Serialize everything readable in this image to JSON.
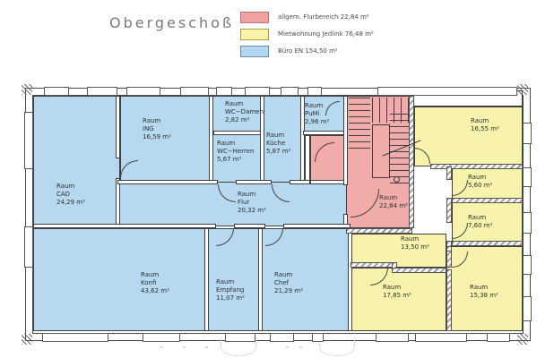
{
  "title": "Obergeschoß",
  "legend": {
    "items": [
      {
        "label": "allgem. Flurbereich 22,84 m²",
        "color": "#f0a2a2",
        "border": "#bf6e6e"
      },
      {
        "label": "Mietwohnung Jedlink 76,48 m²",
        "color": "#f7f3ab",
        "border": "#ac9f3f"
      },
      {
        "label": "Büro EN 154,50 m²",
        "color": "#b3d7ef",
        "border": "#6590ad"
      }
    ]
  },
  "rooms": [
    {
      "id": "cad",
      "lines": [
        "Raum",
        "CAD",
        "24,29  m²"
      ]
    },
    {
      "id": "ing",
      "lines": [
        "Raum",
        "ING",
        "16,59  m²"
      ]
    },
    {
      "id": "wcdamen",
      "lines": [
        "Raum",
        "WC−Damen",
        "2,82  m²"
      ]
    },
    {
      "id": "wcherren",
      "lines": [
        "Raum",
        "WC−Herren",
        "5,67  m²"
      ]
    },
    {
      "id": "kueche",
      "lines": [
        "Raum",
        "Küche",
        "5,87  m²"
      ]
    },
    {
      "id": "pumi",
      "lines": [
        "Raum",
        "PuMi",
        "2,96  m²"
      ]
    },
    {
      "id": "flur",
      "lines": [
        "Raum",
        "Flur",
        "20,32  m²"
      ]
    },
    {
      "id": "konfi",
      "lines": [
        "Raum",
        "Konfi",
        "43,62  m²"
      ]
    },
    {
      "id": "empfang",
      "lines": [
        "Raum",
        "Empfang",
        "11,07  m²"
      ]
    },
    {
      "id": "chef",
      "lines": [
        "Raum",
        "Chef",
        "21,29  m²"
      ]
    },
    {
      "id": "treppe",
      "lines": [
        "Raum",
        "22,84  m²"
      ]
    },
    {
      "id": "r1655",
      "lines": [
        "Raum",
        "16,55  m²"
      ]
    },
    {
      "id": "r560",
      "lines": [
        "Raum",
        "5,60  m²"
      ]
    },
    {
      "id": "r760",
      "lines": [
        "Raum",
        "7,60  m²"
      ]
    },
    {
      "id": "r1350",
      "lines": [
        "Raum",
        "13,50  m²"
      ]
    },
    {
      "id": "r1785",
      "lines": [
        "Raum",
        "17,85  m²"
      ]
    },
    {
      "id": "r1538",
      "lines": [
        "Raum",
        "15,38  m²"
      ]
    }
  ]
}
